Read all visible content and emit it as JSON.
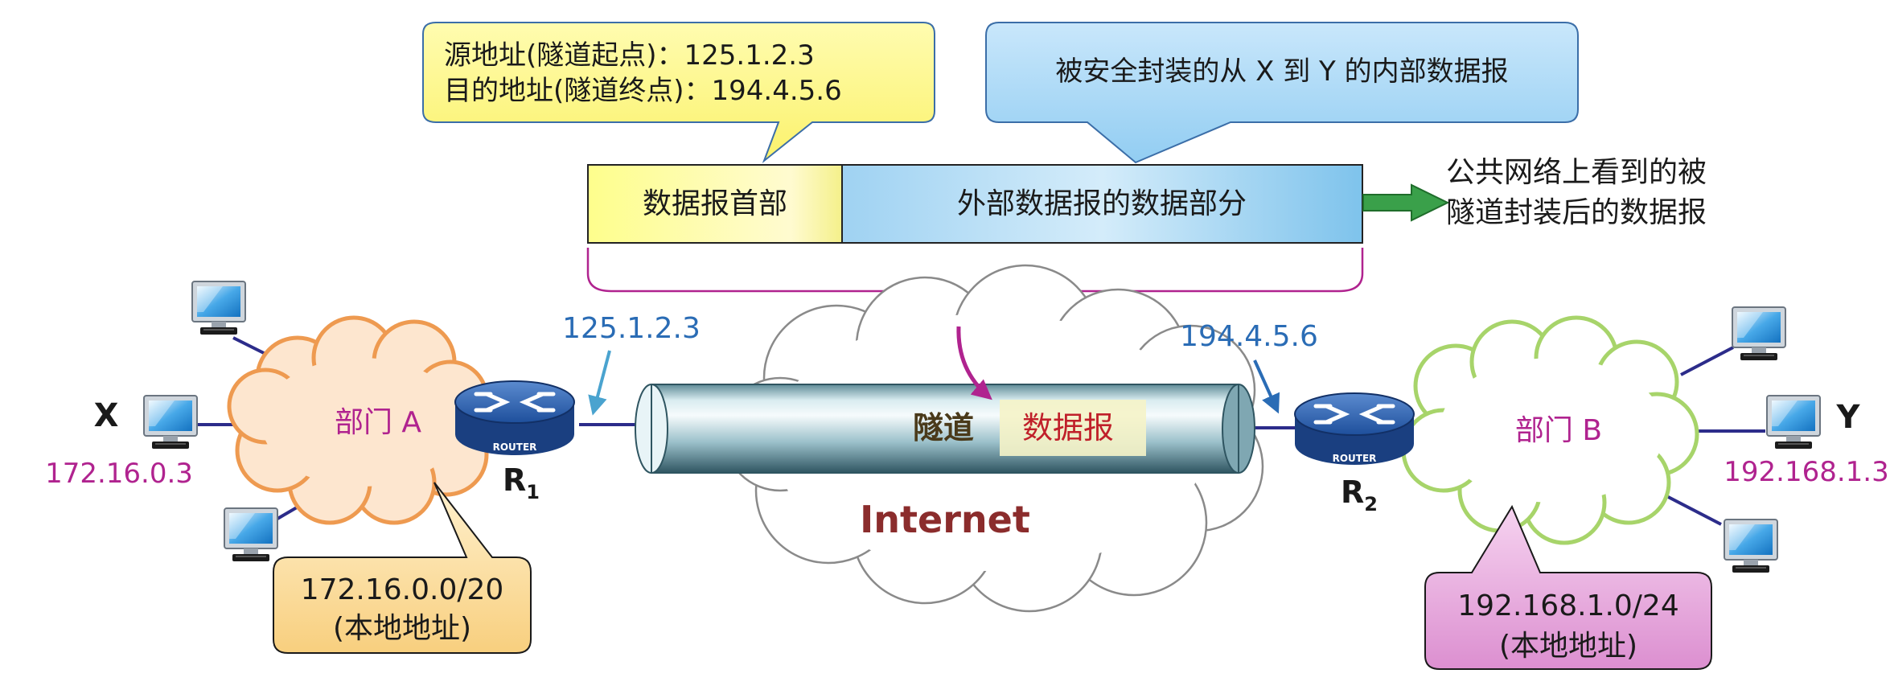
{
  "callouts": {
    "header_info": {
      "line1": "源地址(隧道起点)：125.1.2.3",
      "line2": "目的地址(隧道终点)：194.4.5.6"
    },
    "inner_datagram": {
      "text": "被安全封装的从 X 到 Y 的内部数据报"
    }
  },
  "datagram": {
    "header_label": "数据报首部",
    "data_label": "外部数据报的数据部分",
    "public_label_line1": "公共网络上看到的被",
    "public_label_line2": "隧道封装后的数据报"
  },
  "network": {
    "left_ip": "125.1.2.3",
    "right_ip": "194.4.5.6",
    "tunnel_label": "隧道",
    "tunnel_datagram_label": "数据报",
    "internet_label": "Internet"
  },
  "dept_a": {
    "name": "部门 A",
    "host_name": "X",
    "host_ip": "172.16.0.3",
    "router_main": "R",
    "router_sub": "1",
    "router_caption": "ROUTER",
    "subnet": "172.16.0.0/20",
    "note": "(本地地址)"
  },
  "dept_b": {
    "name": "部门 B",
    "host_name": "Y",
    "host_ip": "192.168.1.3",
    "router_main": "R",
    "router_sub": "2",
    "router_caption": "ROUTER",
    "subnet": "192.168.1.0/24",
    "note": "(本地地址)"
  },
  "colors": {
    "yellow": "#fefe8c",
    "light_blue": "#a9d8f5",
    "orange_cloud": "#f0a05a",
    "green_cloud": "#a7d46a",
    "magenta": "#b0238f",
    "ip_blue": "#2a6cb5",
    "internet_red": "#8b2c2c"
  }
}
